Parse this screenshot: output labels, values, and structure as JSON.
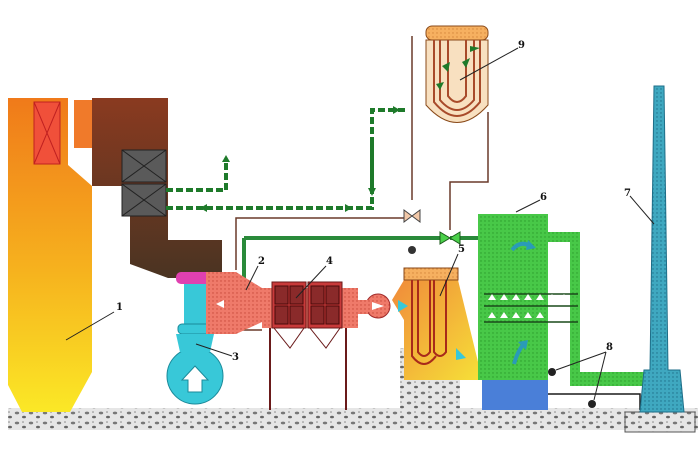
{
  "colors": {
    "flue_gas": "#5a3a1a",
    "pipe_green": "#2e8b3a",
    "pipe_dark_green": "#155e20",
    "tower_green": "#3ec23e",
    "stack_blue": "#2a9bb8",
    "heater_red": "#e04848",
    "fan_cyan": "#38c8d8",
    "ground": "#d8d8d8",
    "water_blue": "#4a7fd8",
    "exchanger_yellow": "#f2d038"
  },
  "labels": {
    "n1": "1",
    "n2": "2",
    "n3": "3",
    "n4": "4",
    "n5": "5",
    "n6": "6",
    "n7": "7",
    "n8": "8",
    "n9": "9"
  }
}
